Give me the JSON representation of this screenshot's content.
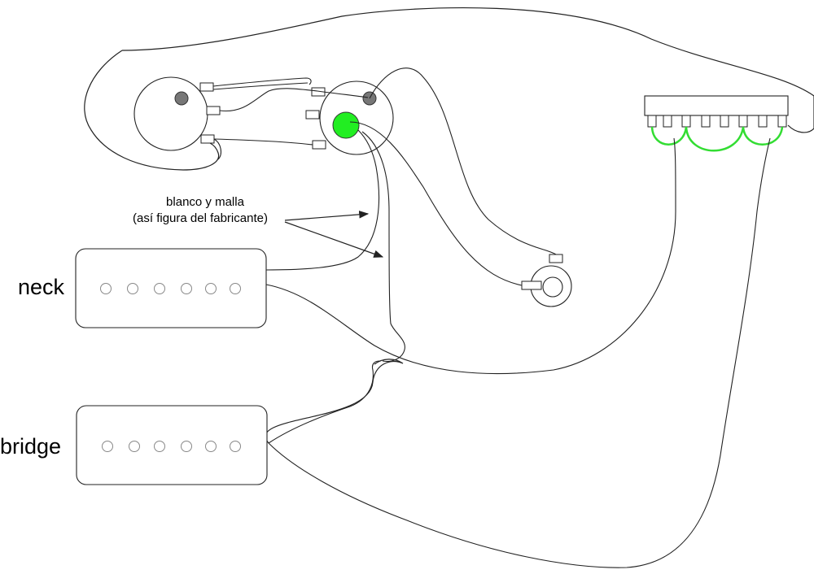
{
  "labels": {
    "neck": "neck",
    "bridge": "bridge",
    "annotation_line1": "blanco y malla",
    "annotation_line2": "(así figura del fabricante)"
  },
  "colors": {
    "jumper_green": "#33dd33",
    "solder_green": "#22ee22",
    "solder_grey": "#777777",
    "wire": "#222222"
  }
}
